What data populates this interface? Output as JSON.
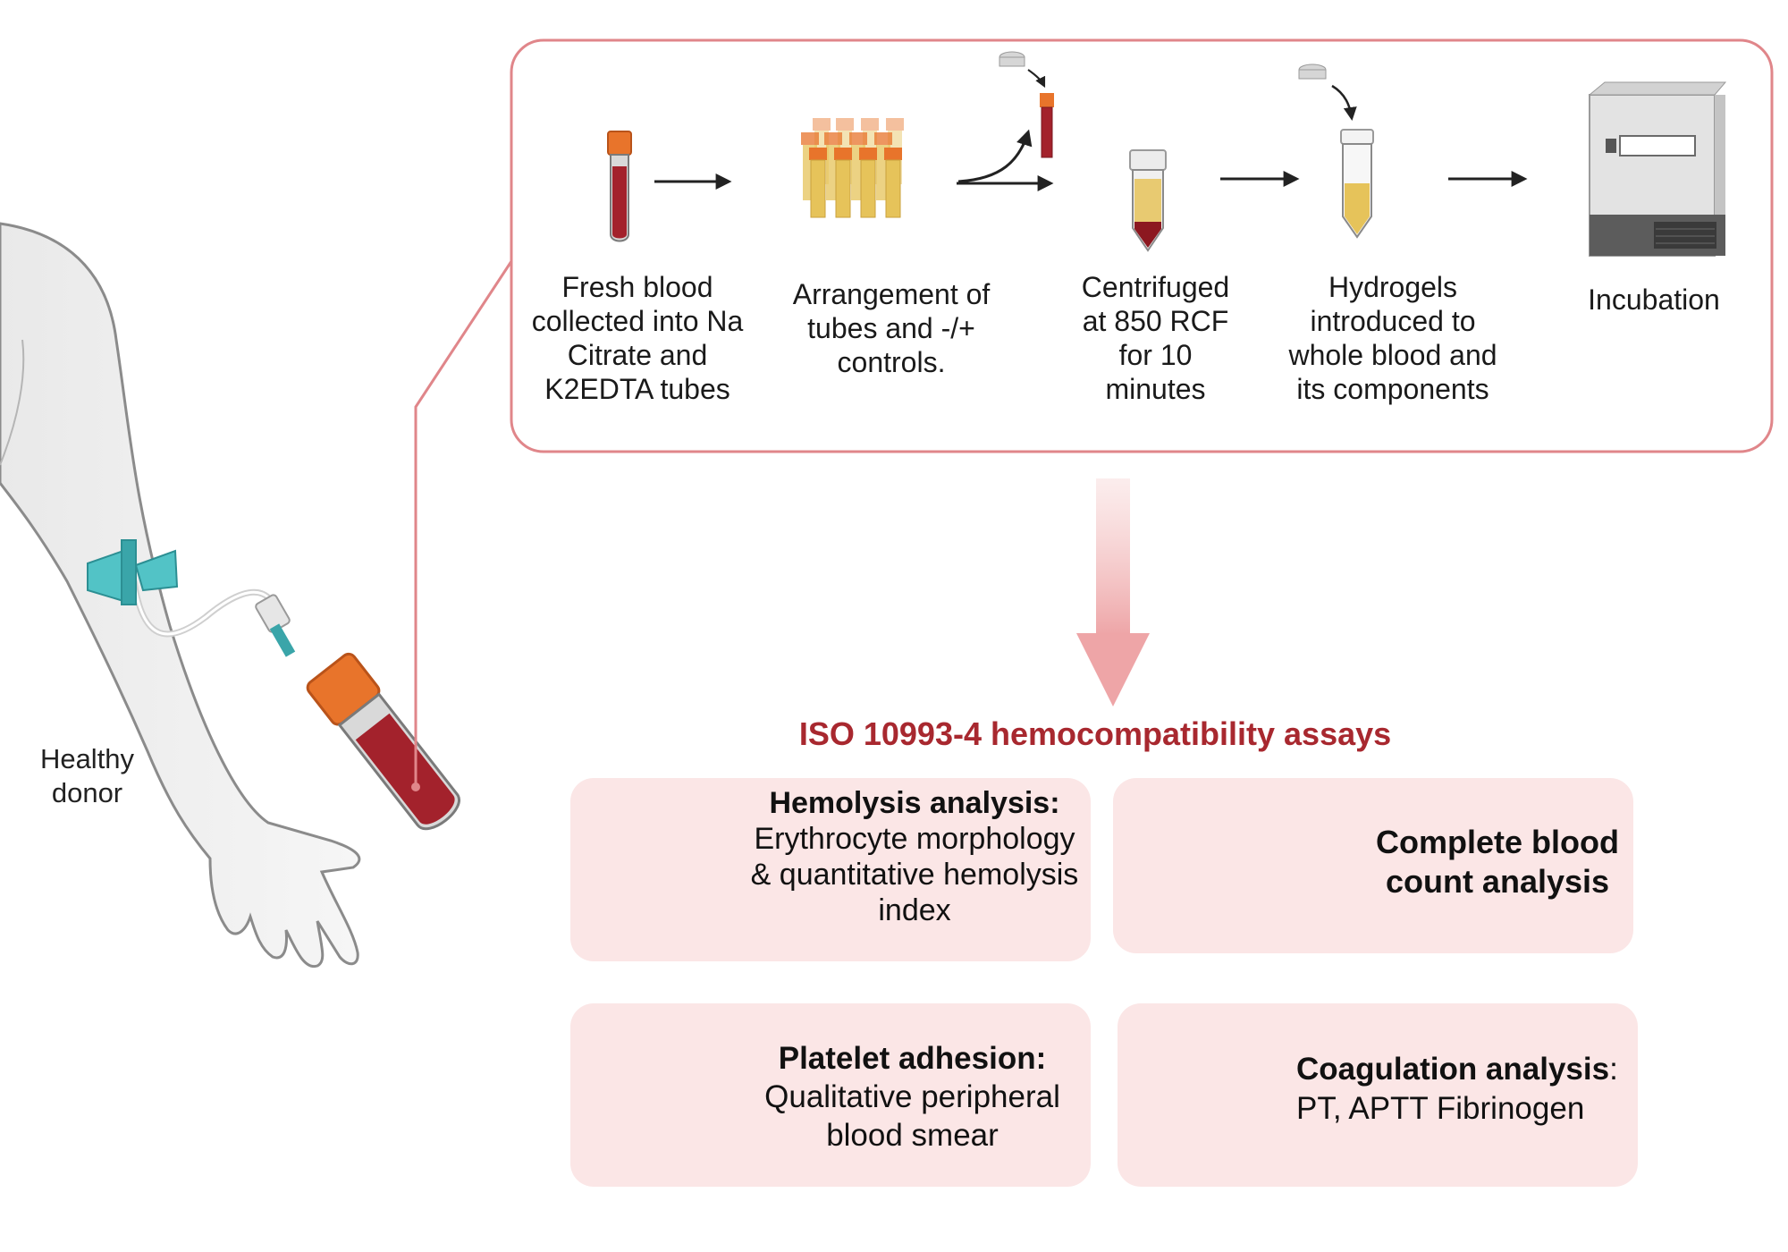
{
  "donor_label": "Healthy donor",
  "steps": [
    {
      "label": "Fresh blood collected into Na Citrate and K2EDTA tubes"
    },
    {
      "label": "Arrangement of tubes and -/+ controls."
    },
    {
      "label": "Centrifuged at 850 RCF for 10 minutes"
    },
    {
      "label": "Hydrogels introduced to whole blood and its components"
    },
    {
      "label": "Incubation"
    }
  ],
  "assays_title": "ISO 10993-4 hemocompatibility assays",
  "assays": [
    {
      "title": "Hemolysis analysis:",
      "body": "Erythrocyte morphology  & quantitative hemolysis index"
    },
    {
      "title": "Complete blood count analysis",
      "body": ""
    },
    {
      "title": "Platelet adhesion:",
      "body": "Qualitative peripheral blood smear"
    },
    {
      "title": "Coagulation analysis",
      "title_suffix": ":",
      "body": "PT, APTT Fibrinogen"
    }
  ],
  "colors": {
    "panel_border": "#e0868a",
    "accent_text": "#a8282f",
    "card_bg": "#fbe6e6",
    "blood": "#a3222c",
    "cap_orange": "#e8742b",
    "plasma": "#e6c35a",
    "butterfly_teal": "#52c3c6"
  },
  "icons": [
    "blood-tube-icon",
    "tube-rack-icon",
    "centrifuge-tube-icon",
    "hydrogel-tube-icon",
    "incubator-icon",
    "red-blood-cell-burst-icon",
    "blood-vessel-icon",
    "microscope-slide-icon",
    "blood-clot-icon",
    "arm-icon",
    "butterfly-needle-icon"
  ]
}
